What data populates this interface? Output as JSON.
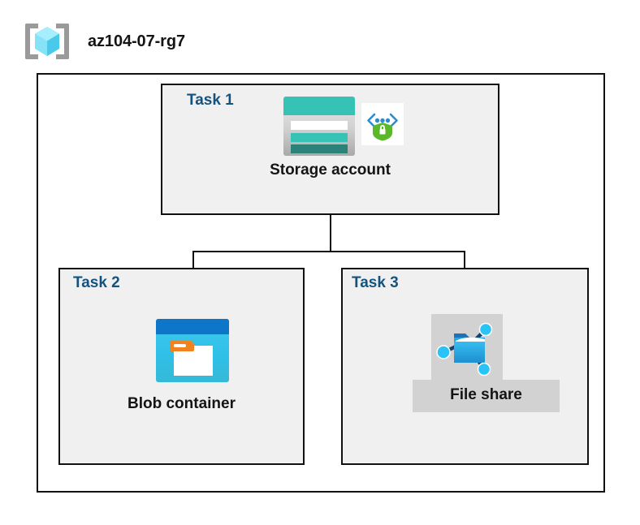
{
  "header": {
    "icon": "resource-group-icon",
    "title": "az104-07-rg7"
  },
  "diagram": {
    "type": "azure-architecture-diagram",
    "container_label": "resource-group-boundary",
    "colors": {
      "task_label": "#15537f",
      "node_label": "#141414",
      "box_fill": "#f0f0f0",
      "container_fill": "#ffffff",
      "border": "#111111",
      "storage_teal": "#36c2b4",
      "storage_dark_teal": "#2b8279",
      "blob_blue": "#0e76c8",
      "blob_cyan": "#2fc0e8",
      "blob_orange": "#f2821e",
      "fileshare_cyan": "#29c3f5",
      "fileshare_blue": "#1e73b8",
      "shield_green": "#5cb82b",
      "bracket_blue": "#2e8ccc",
      "highlight_gray": "#d2d2d2",
      "rg_bracket_gray": "#9a9a9a",
      "rg_cube_cyan": "#6fe0f7"
    },
    "tasks": [
      {
        "id": "task1",
        "label": "Task 1",
        "node_label": "Storage account",
        "icon": "storage-account-icon",
        "secondary_icon": "secure-endpoint-icon",
        "selected": false
      },
      {
        "id": "task2",
        "label": "Task 2",
        "node_label": "Blob container",
        "icon": "blob-container-icon",
        "selected": false
      },
      {
        "id": "task3",
        "label": "Task 3",
        "node_label": "File share",
        "icon": "file-share-icon",
        "selected": true
      }
    ],
    "connections": [
      {
        "from": "task1",
        "to": "task2"
      },
      {
        "from": "task1",
        "to": "task3"
      }
    ]
  }
}
